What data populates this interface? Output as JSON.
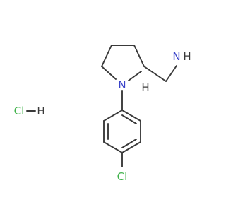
{
  "molecule": {
    "atoms": {
      "amine_n": "N",
      "amine_h": "H",
      "ring_n": "N",
      "chiral_h": "H",
      "aryl_cl": "Cl",
      "hcl_cl": "Cl",
      "hcl_h": "H"
    },
    "colors": {
      "bond": "#3a3a3a",
      "nitrogen": "#3a43c9",
      "chlorine": "#3fb24a",
      "hydrogen": "#3a3a3a"
    }
  }
}
